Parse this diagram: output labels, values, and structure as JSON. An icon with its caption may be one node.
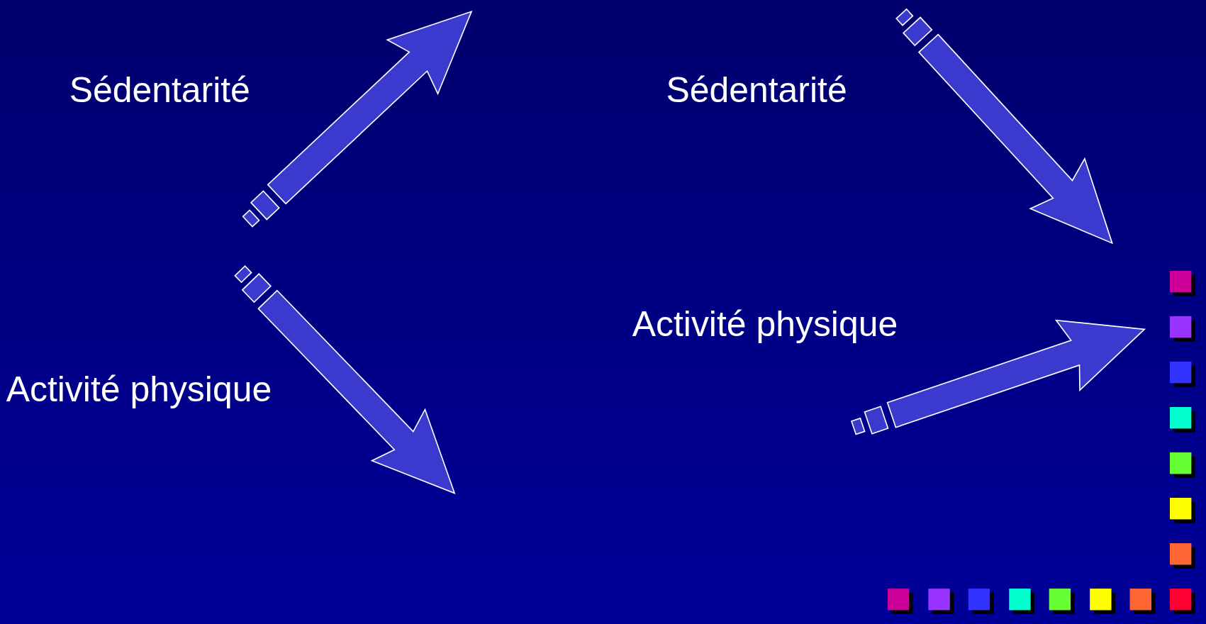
{
  "diagram": {
    "labels": [
      "Sédentarité",
      "Sédentarité",
      "Activité physique",
      "Activité physique"
    ]
  }
}
